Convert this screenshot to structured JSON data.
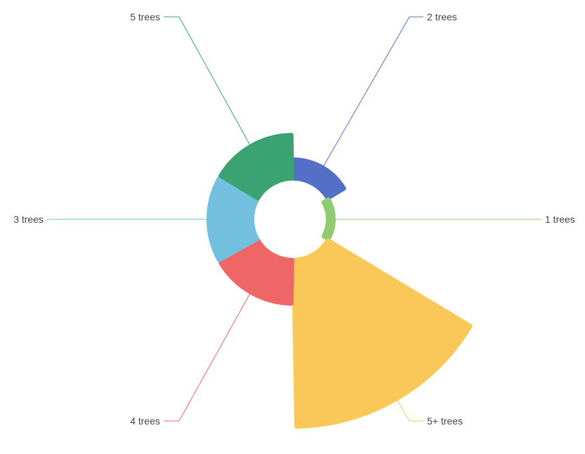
{
  "chart_data": {
    "type": "pie",
    "variant": "nightingale-rose",
    "title": "",
    "legend": "none",
    "series": [
      {
        "name": "2 trees",
        "value": 2,
        "color": "#5470c6"
      },
      {
        "name": "1 trees",
        "value": 1,
        "color": "#91cc75"
      },
      {
        "name": "5+ trees",
        "value": 8,
        "color": "#fac858"
      },
      {
        "name": "4 trees",
        "value": 3,
        "color": "#ee6666"
      },
      {
        "name": "3 trees",
        "value": 3,
        "color": "#73c0de"
      },
      {
        "name": "5 trees",
        "value": 3,
        "color": "#3ba272"
      }
    ]
  }
}
